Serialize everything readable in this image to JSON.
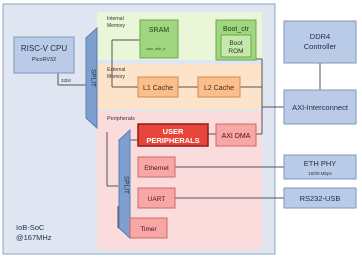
{
  "soc": {
    "name": "IoB-SoC",
    "clock": "@167MHz"
  },
  "cpu": {
    "title": "RISC-V CPU",
    "subtitle": "PicoRV32",
    "bus_width": "32bit"
  },
  "split_label": "SPLIT",
  "internal_memory": {
    "title_line1": "Internal",
    "title_line2": "Memory",
    "sram": "SRAM",
    "sram_note": "sram_addr_w",
    "boot_ctr": "Boot_ctr",
    "boot_rom_line1": "Boot",
    "boot_rom_line2": "ROM"
  },
  "external_memory": {
    "title_line1": "External",
    "title_line2": "Memory",
    "l1_cache": "L1 Cache",
    "l2_cache": "L2 Cache"
  },
  "peripherals": {
    "title": "Peripherals",
    "user_line1": "USER",
    "user_line2": "PERIPHERALS",
    "axi_dma": "AXI DMA",
    "ethernet": "Ethernet",
    "uart": "UART",
    "timer": "Timer"
  },
  "external": {
    "ddr4_line1": "DDR4",
    "ddr4_line2": "Controller",
    "axi_interconnect": "AXI-Interconnect",
    "eth_phy": "ETH PHY",
    "eth_phy_speed": "10/00 Mbps",
    "rs232": "RS232-USB"
  },
  "colors": {
    "soc_bg": "#dfe6f2",
    "soc_border": "#8fa4c2",
    "block": "#b9cbe6",
    "int_mem": "#e9f6d7",
    "sram": "#9fd67f",
    "ext_mem": "#fde3c9",
    "cache": "#fbbf8e",
    "periph": "#fbdcdc",
    "periph_block": "#f8a6a6",
    "user": "#e8453a",
    "split": "#7f9fcf"
  }
}
